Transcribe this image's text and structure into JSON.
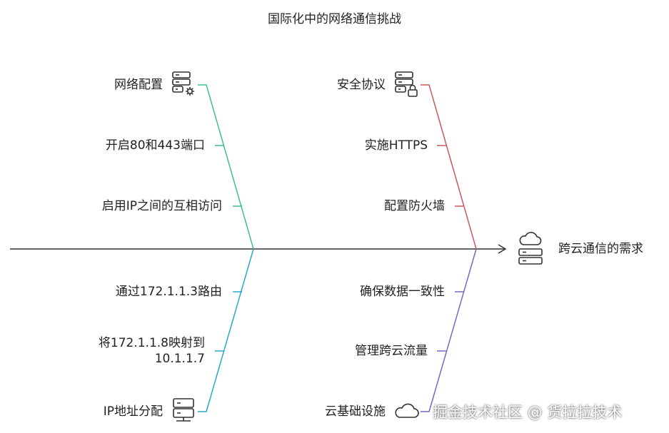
{
  "title": "国际化中的网络通信挑战",
  "effect": "跨云通信的需求",
  "categories": {
    "network_config": {
      "label": "网络配置",
      "icon": "server-gear-icon",
      "color": "#3fbf8f",
      "items": [
        "开启80和443端口",
        "启用IP之间的互相访问"
      ]
    },
    "security": {
      "label": "安全协议",
      "icon": "server-lock-icon",
      "color": "#c9595a",
      "items": [
        "实施HTTPS",
        "配置防火墙"
      ]
    },
    "ip_allocation": {
      "label": "IP地址分配",
      "icon": "server-icon",
      "color": "#2aa7cf",
      "items": [
        "通过172.1.1.3路由",
        "将172.1.1.8映射到 10.1.1.7"
      ]
    },
    "infrastructure": {
      "label": "云基础设施",
      "icon": "cloud-icon",
      "color": "#7467c9",
      "items": [
        "确保数据一致性",
        "管理跨云流量"
      ]
    }
  },
  "effect_icon": "cloud-server-icon",
  "watermark": "掘金技术社区 @ 货拉拉技术"
}
